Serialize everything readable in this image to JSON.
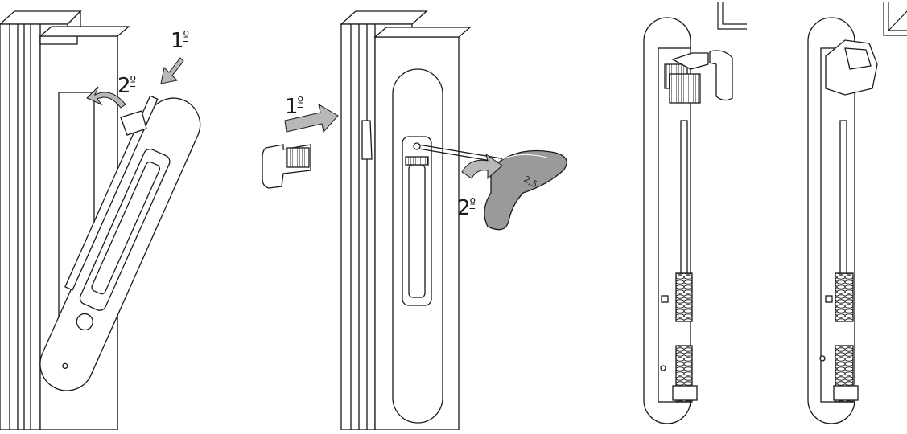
{
  "steps": {
    "fig1_step1": {
      "num": "1",
      "ord": "º"
    },
    "fig1_step2": {
      "num": "2",
      "ord": "º"
    },
    "fig2_step1": {
      "num": "1",
      "ord": "º"
    },
    "fig2_step2": {
      "num": "2",
      "ord": "º"
    }
  },
  "colors": {
    "line": "#1a1a1a",
    "arrow_fill": "#b8b8b8",
    "key_fill": "#8a8a8a",
    "panel_fill": "#ffffff"
  },
  "icons": [
    "curved-arrow-icon",
    "straight-arrow-icon",
    "allen-key-icon",
    "lock-insert-icon",
    "frame-corner-icon"
  ]
}
